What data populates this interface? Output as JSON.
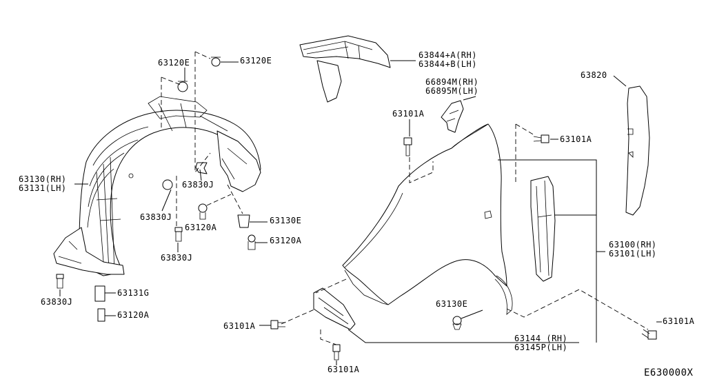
{
  "labels": {
    "p63120e_a": "63120E",
    "p63120e_b": "63120E",
    "p63844": [
      "63844+A(RH)",
      "63844+B(LH)"
    ],
    "p66894": [
      "66894M(RH)",
      "66895M(LH)"
    ],
    "p63820": "63820",
    "p63101a_top": "63101A",
    "p63101a_right": "63101A",
    "p63130": [
      "63130(RH)",
      "63131(LH)"
    ],
    "p63830j_a": "63830J",
    "p63830j_b": "63830J",
    "p63830j_c": "63830J",
    "p63830j_d": "63830J",
    "p63120a_a": "63120A",
    "p63130e_a": "63130E",
    "p63120a_b": "63120A",
    "p63131g": "63131G",
    "p63120a_c": "63120A",
    "p63100": [
      "63100(RH)",
      "63101(LH)"
    ],
    "p63130e_b": "63130E",
    "p63101a_lower": "63101A",
    "p63101a_corner": "63101A",
    "p63144": [
      "63144 (RH)",
      "63145P(LH)"
    ],
    "p63101a_bottom": "63101A"
  },
  "diagram_code": "E630000X"
}
